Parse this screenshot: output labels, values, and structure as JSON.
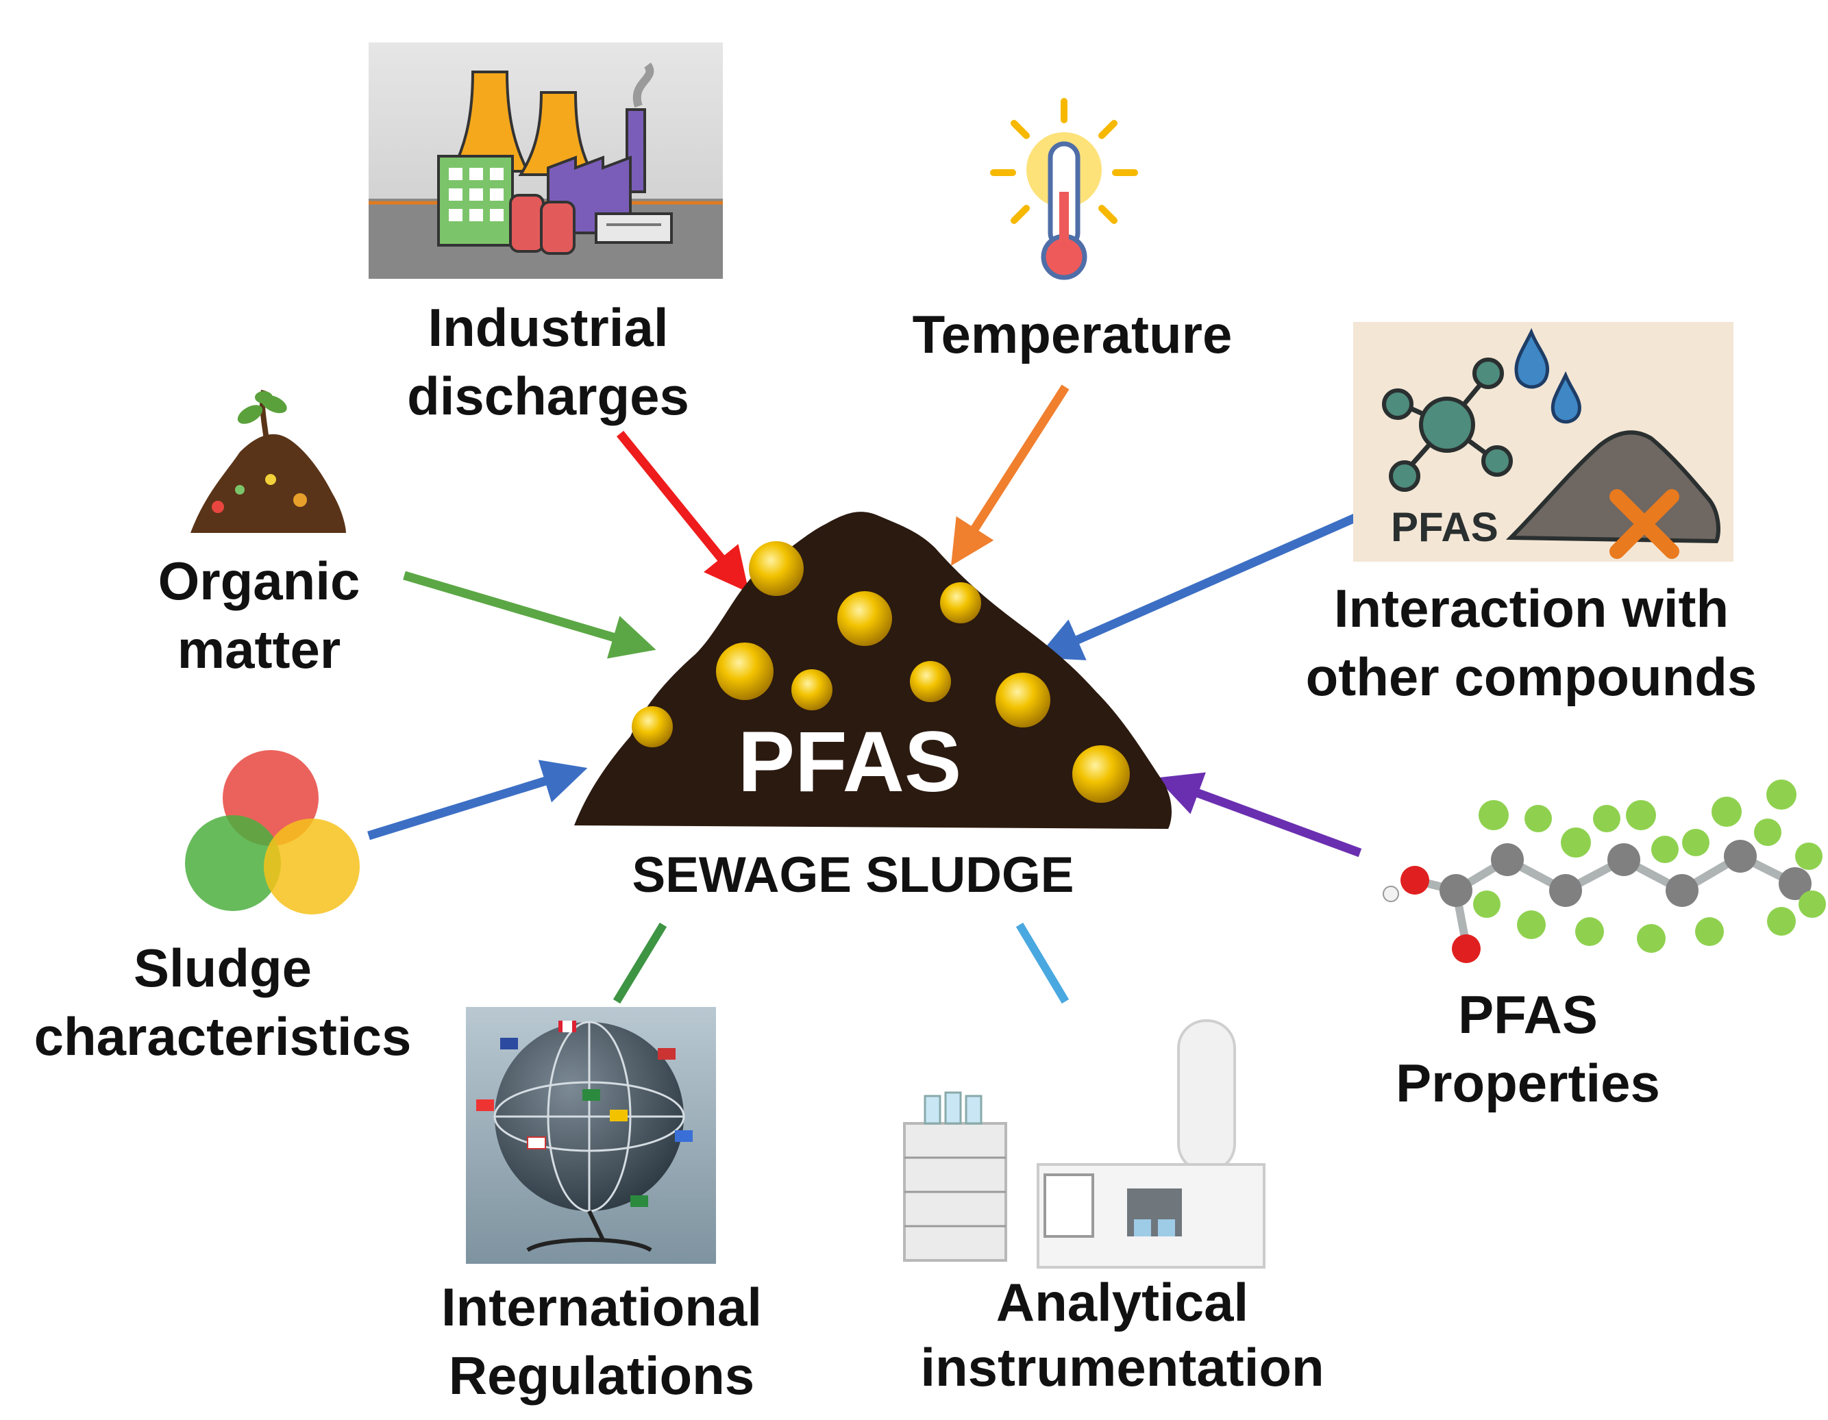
{
  "center": {
    "pile_text": "PFAS",
    "caption": "SEWAGE SLUDGE"
  },
  "factors": [
    {
      "id": "industrial",
      "lines": [
        "Industrial",
        "discharges"
      ],
      "arrow_color": "#ee1c1c",
      "icon": "factory-icon"
    },
    {
      "id": "temperature",
      "lines": [
        "Temperature"
      ],
      "arrow_color": "#f07f2e",
      "icon": "thermometer-sun-icon"
    },
    {
      "id": "interaction",
      "lines": [
        "Interaction with",
        "other compounds"
      ],
      "arrow_color": "#3c6fc4",
      "icon": "molecule-soil-icon",
      "icon_text": "PFAS"
    },
    {
      "id": "properties",
      "lines": [
        "PFAS",
        "Properties"
      ],
      "arrow_color": "#6a2fb0",
      "icon": "molecule-model-icon"
    },
    {
      "id": "analytical",
      "lines": [
        "Analytical",
        "instrumentation"
      ],
      "arrow_color": "#4aa8e0",
      "icon": "lab-instrument-icon"
    },
    {
      "id": "regulations",
      "lines": [
        "International",
        "Regulations"
      ],
      "arrow_color": "#3d9443",
      "icon": "globe-flags-icon"
    },
    {
      "id": "sludge",
      "lines": [
        "Sludge",
        "characteristics"
      ],
      "arrow_color": "#3c6fc4",
      "icon": "venn-diagram-icon"
    },
    {
      "id": "organic",
      "lines": [
        "Organic",
        "matter"
      ],
      "arrow_color": "#5ba745",
      "icon": "compost-pile-icon"
    }
  ],
  "colors": {
    "sludge_brown": "#2b1a10",
    "pfas_gold": "#f2c200",
    "venn_red": "#e8463f",
    "venn_green": "#4caf3e",
    "venn_yellow": "#f6c21b"
  }
}
